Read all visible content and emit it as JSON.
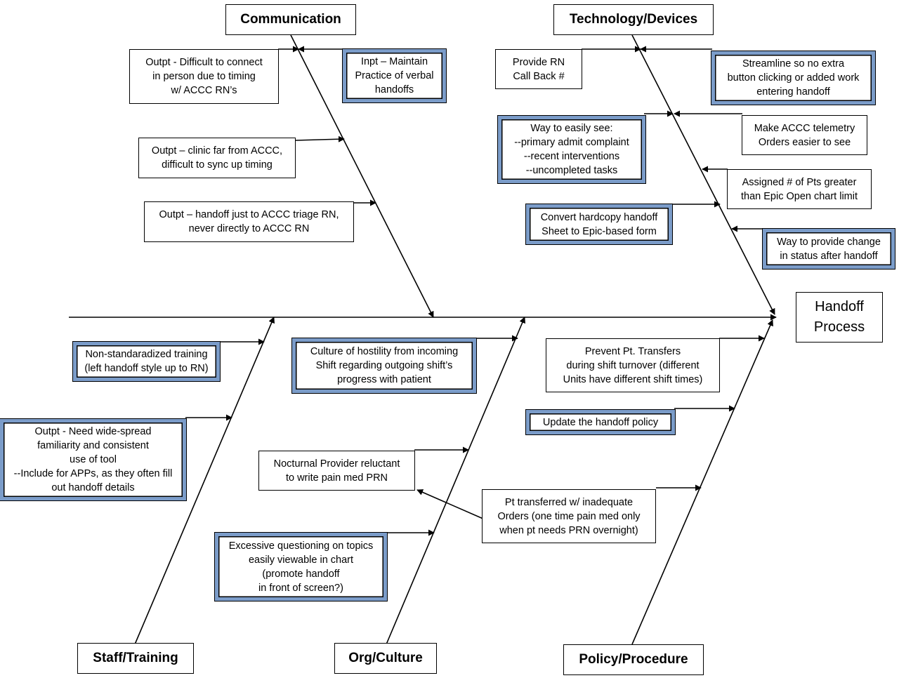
{
  "categories": {
    "communication": "Communication",
    "technology": "Technology/Devices",
    "staff": "Staff/Training",
    "org": "Org/Culture",
    "policy": "Policy/Procedure"
  },
  "effect": "Handoff\nProcess",
  "causes": {
    "comm_difficult_connect": "Outpt - Difficult to connect\nin person due to timing\nw/ ACCC RN’s",
    "comm_verbal_handoffs": "Inpt – Maintain\nPractice of verbal\nhandoffs",
    "comm_clinic_far": "Outpt – clinic far from ACCC,\ndifficult to sync up timing",
    "comm_triage_rn": "Outpt – handoff just to ACCC triage RN,\nnever directly to ACCC RN",
    "tech_call_back": "Provide RN\nCall Back #",
    "tech_streamline": "Streamline so no extra\nbutton clicking or added work\nentering handoff",
    "tech_easily_see": "Way to easily see:\n--primary admit complaint\n--recent interventions\n--uncompleted tasks",
    "tech_telemetry": "Make ACCC telemetry\nOrders easier to see",
    "tech_pts_limit": "Assigned # of Pts greater\nthan Epic Open chart limit",
    "tech_convert": "Convert hardcopy handoff\nSheet to Epic-based form",
    "tech_status_change": "Way to provide change\nin status after handoff",
    "staff_training": "Non-standaradized training\n(left handoff style up to RN)",
    "staff_familiarity": "Outpt - Need wide-spread\nfamiliarity and consistent\nuse of tool\n--Include for APPs, as they often fill\nout handoff details",
    "org_hostility": "Culture of hostility from incoming\nShift regarding outgoing shift’s\nprogress with patient",
    "org_nocturnal": "Nocturnal Provider reluctant\nto write pain med PRN",
    "org_questioning": "Excessive questioning on topics\neasily viewable in chart\n(promote handoff\nin front of screen?)",
    "policy_transfers": "Prevent Pt. Transfers\nduring shift turnover (different\nUnits have different shift times)",
    "policy_update": "Update the handoff policy",
    "policy_inadequate_orders": "Pt transferred w/ inadequate\nOrders (one time pain med only\nwhen pt needs PRN overnight)"
  },
  "colors": {
    "highlight": "#7b9cc9",
    "line": "#000000"
  }
}
